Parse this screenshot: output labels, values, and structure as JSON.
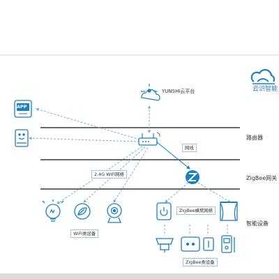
{
  "brand": {
    "name": "云识智能",
    "logo_icon": "cloud-logo-icon",
    "color": "#1b7fc4"
  },
  "layers": {
    "router": "路由器",
    "zigbee_gateway": "ZigBee网关",
    "smart_devices": "智能设备"
  },
  "nodes": {
    "cloud": "YUNSHI云平台",
    "app": "APP",
    "zigbee_mesh": "ZigBee蜂窝网络",
    "wifi_devices": "WiFi类设备",
    "zigbee_devices": "ZigBee类设备"
  },
  "links": {
    "wifi_network": "2.4G WiFi网络",
    "cable": "网线"
  },
  "colors": {
    "icon_blue": "#1b7fc4",
    "line_dark": "#111111",
    "dashed_link": "#6aa9d8",
    "zigbee_green": "#3ea64a"
  }
}
